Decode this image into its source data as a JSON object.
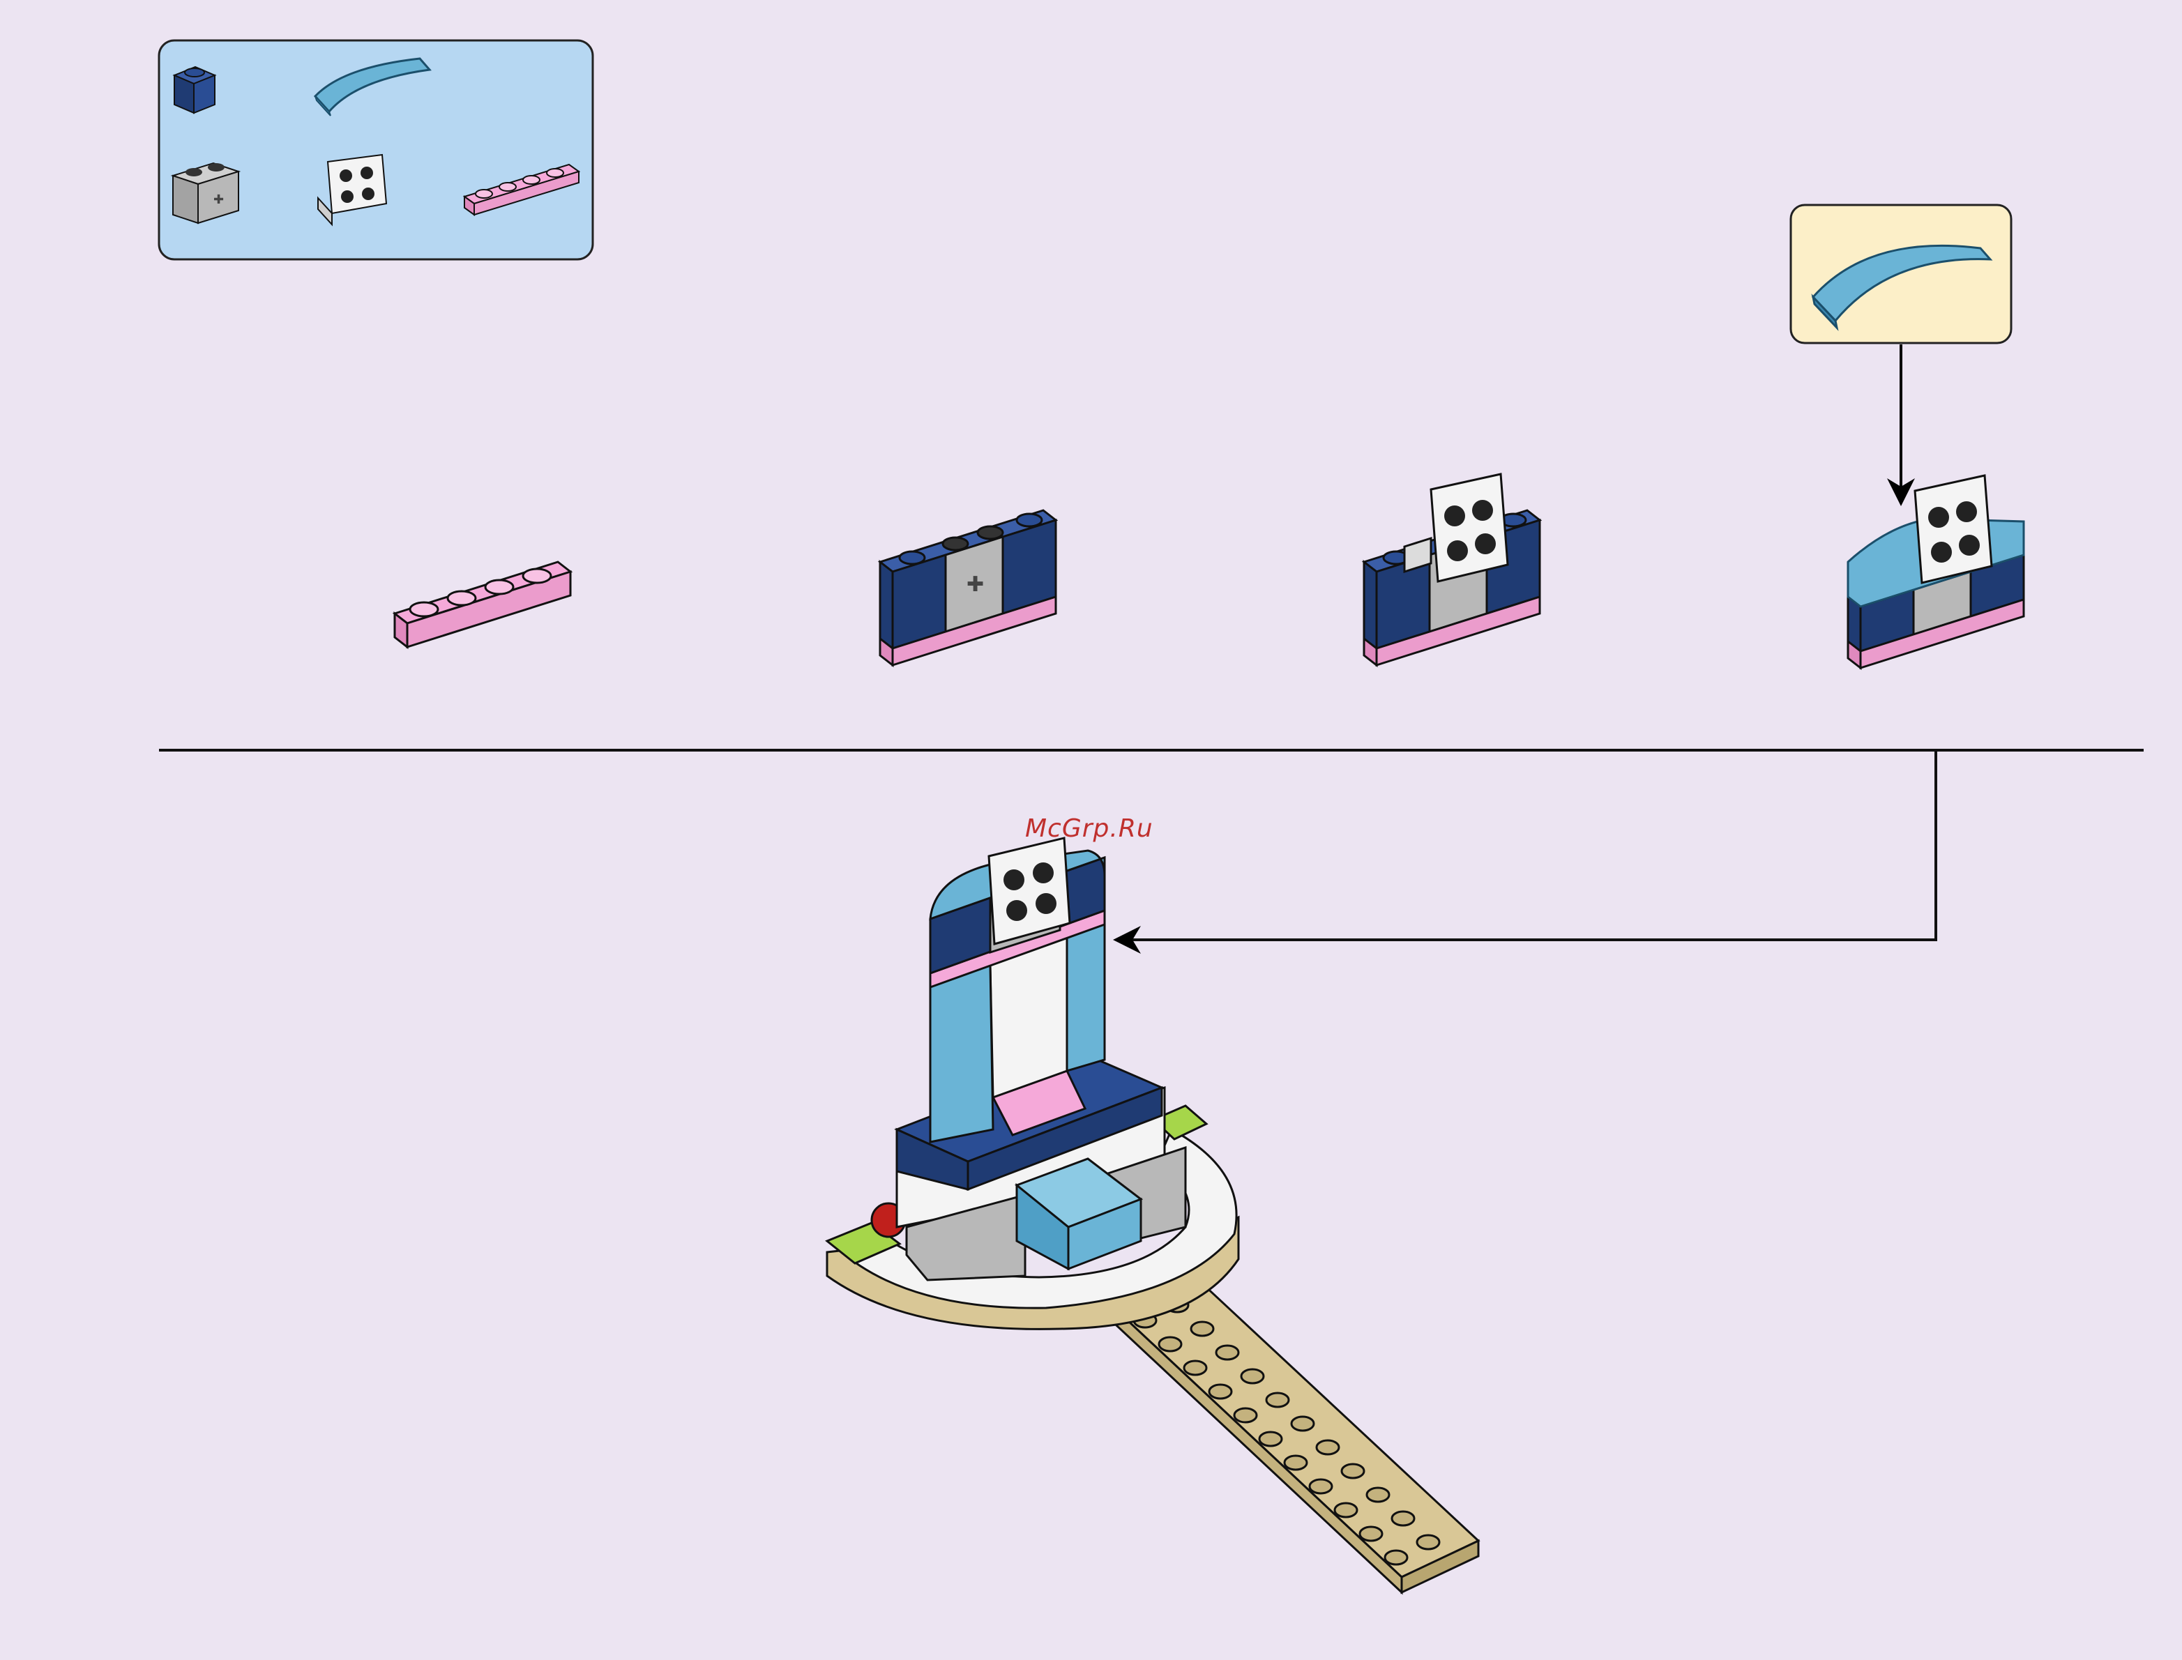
{
  "page": {
    "background_color": "#ece4f2",
    "watermark_text": "McGrp.Ru"
  },
  "parts_callout": {
    "background_color": "#b6d7f2",
    "parts": [
      {
        "name": "brick-1x1-dark-blue",
        "color": "#1f3b73"
      },
      {
        "name": "curved-slope-1x4-medium-azure",
        "color": "#6ab4d6"
      },
      {
        "name": "technic-brick-1x2-light-grey",
        "color": "#b3b3b3"
      },
      {
        "name": "bracket-2x2-white",
        "color": "#f4f4f4"
      },
      {
        "name": "plate-1x4-bright-pink",
        "color": "#f5a9d9"
      }
    ]
  },
  "subassembly_callout": {
    "background_color": "#fcefc8",
    "part": {
      "name": "curved-slope-1x4-medium-azure",
      "color": "#6ab4d6"
    }
  },
  "colors": {
    "dark_blue": "#1f3b73",
    "azure": "#6ab4d6",
    "grey": "#b3b3b3",
    "white": "#f4f4f4",
    "pink": "#f5a9d9",
    "tan": "#d9c796",
    "lime": "#a6d64a",
    "red": "#c0201c"
  },
  "steps": [
    {
      "name": "step-1",
      "description_icon": "pink-plate-icon"
    },
    {
      "name": "step-2",
      "description_icon": "blue-grey-bricks-icon"
    },
    {
      "name": "step-3",
      "description_icon": "bracket-added-icon"
    },
    {
      "name": "step-4",
      "description_icon": "slope-added-icon"
    }
  ]
}
